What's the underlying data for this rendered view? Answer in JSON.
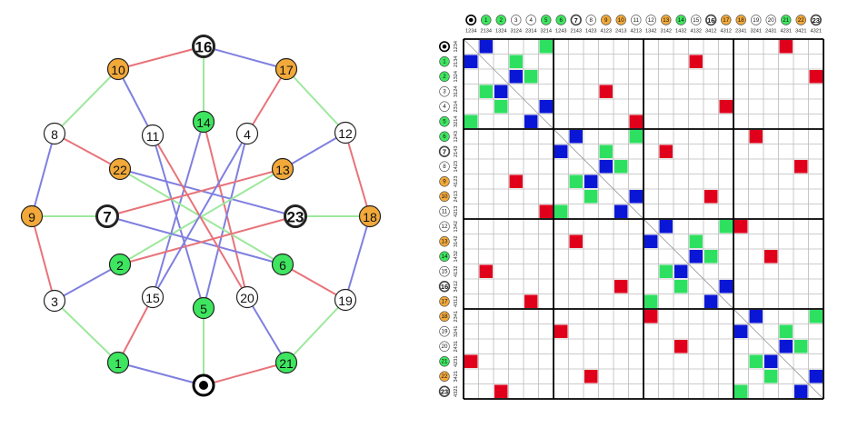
{
  "colors": {
    "edge_red": "#e87379",
    "edge_blue": "#7f7fe0",
    "edge_green": "#9de89d",
    "node_white": "#ffffff",
    "node_green": "#3ee660",
    "node_orange": "#f2a93a",
    "cell_red": "#e0001b",
    "cell_blue": "#0a16d6",
    "cell_green": "#2ee060",
    "grid_line": "#bbbbbb",
    "grid_major": "#000000"
  },
  "graph": {
    "nodes": [
      {
        "id": "0",
        "label": "",
        "color": "white",
        "style": "target"
      },
      {
        "id": "1",
        "label": "1",
        "color": "green",
        "style": "normal"
      },
      {
        "id": "2",
        "label": "2",
        "color": "green",
        "style": "normal"
      },
      {
        "id": "3",
        "label": "3",
        "color": "white",
        "style": "normal"
      },
      {
        "id": "4",
        "label": "4",
        "color": "white",
        "style": "normal"
      },
      {
        "id": "5",
        "label": "5",
        "color": "green",
        "style": "normal"
      },
      {
        "id": "6",
        "label": "6",
        "color": "green",
        "style": "normal"
      },
      {
        "id": "7",
        "label": "7",
        "color": "white",
        "style": "bold"
      },
      {
        "id": "8",
        "label": "8",
        "color": "white",
        "style": "normal"
      },
      {
        "id": "9",
        "label": "9",
        "color": "orange",
        "style": "normal"
      },
      {
        "id": "10",
        "label": "10",
        "color": "orange",
        "style": "normal"
      },
      {
        "id": "11",
        "label": "11",
        "color": "white",
        "style": "normal"
      },
      {
        "id": "12",
        "label": "12",
        "color": "white",
        "style": "normal"
      },
      {
        "id": "13",
        "label": "13",
        "color": "orange",
        "style": "normal"
      },
      {
        "id": "14",
        "label": "14",
        "color": "green",
        "style": "normal"
      },
      {
        "id": "15",
        "label": "15",
        "color": "white",
        "style": "normal"
      },
      {
        "id": "16",
        "label": "16",
        "color": "white",
        "style": "bold"
      },
      {
        "id": "17",
        "label": "17",
        "color": "orange",
        "style": "normal"
      },
      {
        "id": "18",
        "label": "18",
        "color": "orange",
        "style": "normal"
      },
      {
        "id": "19",
        "label": "19",
        "color": "white",
        "style": "normal"
      },
      {
        "id": "20",
        "label": "20",
        "color": "white",
        "style": "normal"
      },
      {
        "id": "21",
        "label": "21",
        "color": "green",
        "style": "normal"
      },
      {
        "id": "22",
        "label": "22",
        "color": "orange",
        "style": "normal"
      },
      {
        "id": "23",
        "label": "23",
        "color": "white",
        "style": "bold"
      }
    ],
    "edges": [
      [
        "0",
        "1",
        "blue"
      ],
      [
        "0",
        "21",
        "red"
      ],
      [
        "0",
        "5",
        "green"
      ],
      [
        "1",
        "3",
        "green"
      ],
      [
        "1",
        "15",
        "red"
      ],
      [
        "21",
        "19",
        "green"
      ],
      [
        "21",
        "20",
        "blue"
      ],
      [
        "3",
        "9",
        "red"
      ],
      [
        "3",
        "2",
        "blue"
      ],
      [
        "19",
        "18",
        "blue"
      ],
      [
        "19",
        "6",
        "red"
      ],
      [
        "9",
        "8",
        "blue"
      ],
      [
        "9",
        "7",
        "green"
      ],
      [
        "18",
        "12",
        "red"
      ],
      [
        "18",
        "23",
        "green"
      ],
      [
        "8",
        "10",
        "green"
      ],
      [
        "8",
        "22",
        "red"
      ],
      [
        "12",
        "17",
        "green"
      ],
      [
        "12",
        "13",
        "blue"
      ],
      [
        "10",
        "16",
        "red"
      ],
      [
        "10",
        "11",
        "blue"
      ],
      [
        "17",
        "16",
        "blue"
      ],
      [
        "17",
        "4",
        "red"
      ],
      [
        "16",
        "14",
        "green"
      ],
      [
        "14",
        "20",
        "red"
      ],
      [
        "14",
        "15",
        "blue"
      ],
      [
        "5",
        "11",
        "blue"
      ],
      [
        "5",
        "4",
        "blue"
      ],
      [
        "22",
        "23",
        "blue"
      ],
      [
        "22",
        "6",
        "green"
      ],
      [
        "13",
        "7",
        "red"
      ],
      [
        "13",
        "2",
        "green"
      ],
      [
        "7",
        "6",
        "blue"
      ],
      [
        "23",
        "2",
        "red"
      ],
      [
        "11",
        "20",
        "red"
      ],
      [
        "4",
        "15",
        "blue"
      ]
    ]
  },
  "matrix": {
    "perms": [
      "1234",
      "2134",
      "1324",
      "3124",
      "2314",
      "3214",
      "1243",
      "2143",
      "1423",
      "4123",
      "2413",
      "4213",
      "1342",
      "3142",
      "1432",
      "4132",
      "3412",
      "4312",
      "2341",
      "3241",
      "2431",
      "4231",
      "3421",
      "4321"
    ],
    "node_labels": [
      "",
      "1",
      "2",
      "3",
      "4",
      "5",
      "6",
      "7",
      "8",
      "9",
      "10",
      "11",
      "12",
      "13",
      "14",
      "15",
      "16",
      "17",
      "18",
      "19",
      "20",
      "21",
      "22",
      "23"
    ],
    "node_colors": [
      "white",
      "green",
      "green",
      "white",
      "white",
      "green",
      "green",
      "white",
      "white",
      "orange",
      "orange",
      "white",
      "white",
      "orange",
      "green",
      "white",
      "white",
      "orange",
      "orange",
      "white",
      "white",
      "green",
      "orange",
      "white"
    ],
    "node_styles": [
      "target",
      "normal",
      "normal",
      "normal",
      "normal",
      "normal",
      "normal",
      "bold",
      "normal",
      "normal",
      "normal",
      "normal",
      "normal",
      "normal",
      "normal",
      "normal",
      "bold",
      "normal",
      "normal",
      "normal",
      "normal",
      "normal",
      "normal",
      "bold"
    ],
    "cells": [
      [
        0,
        1,
        "blue"
      ],
      [
        0,
        5,
        "green"
      ],
      [
        0,
        21,
        "red"
      ],
      [
        1,
        0,
        "blue"
      ],
      [
        1,
        3,
        "green"
      ],
      [
        1,
        15,
        "red"
      ],
      [
        2,
        3,
        "blue"
      ],
      [
        2,
        4,
        "green"
      ],
      [
        2,
        23,
        "red"
      ],
      [
        3,
        1,
        "green"
      ],
      [
        3,
        2,
        "blue"
      ],
      [
        3,
        9,
        "red"
      ],
      [
        4,
        2,
        "green"
      ],
      [
        4,
        5,
        "blue"
      ],
      [
        4,
        17,
        "red"
      ],
      [
        5,
        0,
        "green"
      ],
      [
        5,
        4,
        "blue"
      ],
      [
        5,
        11,
        "red"
      ],
      [
        6,
        7,
        "blue"
      ],
      [
        6,
        11,
        "green"
      ],
      [
        6,
        19,
        "red"
      ],
      [
        7,
        6,
        "blue"
      ],
      [
        7,
        9,
        "green"
      ],
      [
        7,
        13,
        "red"
      ],
      [
        8,
        9,
        "blue"
      ],
      [
        8,
        10,
        "green"
      ],
      [
        8,
        22,
        "red"
      ],
      [
        9,
        3,
        "red"
      ],
      [
        9,
        7,
        "green"
      ],
      [
        9,
        8,
        "blue"
      ],
      [
        10,
        8,
        "green"
      ],
      [
        10,
        11,
        "blue"
      ],
      [
        10,
        16,
        "red"
      ],
      [
        11,
        5,
        "red"
      ],
      [
        11,
        6,
        "green"
      ],
      [
        11,
        10,
        "blue"
      ],
      [
        12,
        13,
        "blue"
      ],
      [
        12,
        17,
        "green"
      ],
      [
        12,
        18,
        "red"
      ],
      [
        13,
        7,
        "red"
      ],
      [
        13,
        12,
        "blue"
      ],
      [
        13,
        15,
        "green"
      ],
      [
        14,
        15,
        "blue"
      ],
      [
        14,
        16,
        "green"
      ],
      [
        14,
        20,
        "red"
      ],
      [
        15,
        1,
        "red"
      ],
      [
        15,
        13,
        "green"
      ],
      [
        15,
        14,
        "blue"
      ],
      [
        16,
        10,
        "red"
      ],
      [
        16,
        14,
        "green"
      ],
      [
        16,
        17,
        "blue"
      ],
      [
        17,
        4,
        "red"
      ],
      [
        17,
        12,
        "green"
      ],
      [
        17,
        16,
        "blue"
      ],
      [
        18,
        12,
        "red"
      ],
      [
        18,
        19,
        "blue"
      ],
      [
        18,
        23,
        "green"
      ],
      [
        19,
        6,
        "red"
      ],
      [
        19,
        18,
        "blue"
      ],
      [
        19,
        21,
        "green"
      ],
      [
        20,
        14,
        "red"
      ],
      [
        20,
        21,
        "blue"
      ],
      [
        20,
        22,
        "green"
      ],
      [
        21,
        0,
        "red"
      ],
      [
        21,
        19,
        "green"
      ],
      [
        21,
        20,
        "blue"
      ],
      [
        22,
        8,
        "red"
      ],
      [
        22,
        20,
        "green"
      ],
      [
        22,
        23,
        "blue"
      ],
      [
        23,
        2,
        "red"
      ],
      [
        23,
        18,
        "green"
      ],
      [
        23,
        22,
        "blue"
      ]
    ]
  }
}
